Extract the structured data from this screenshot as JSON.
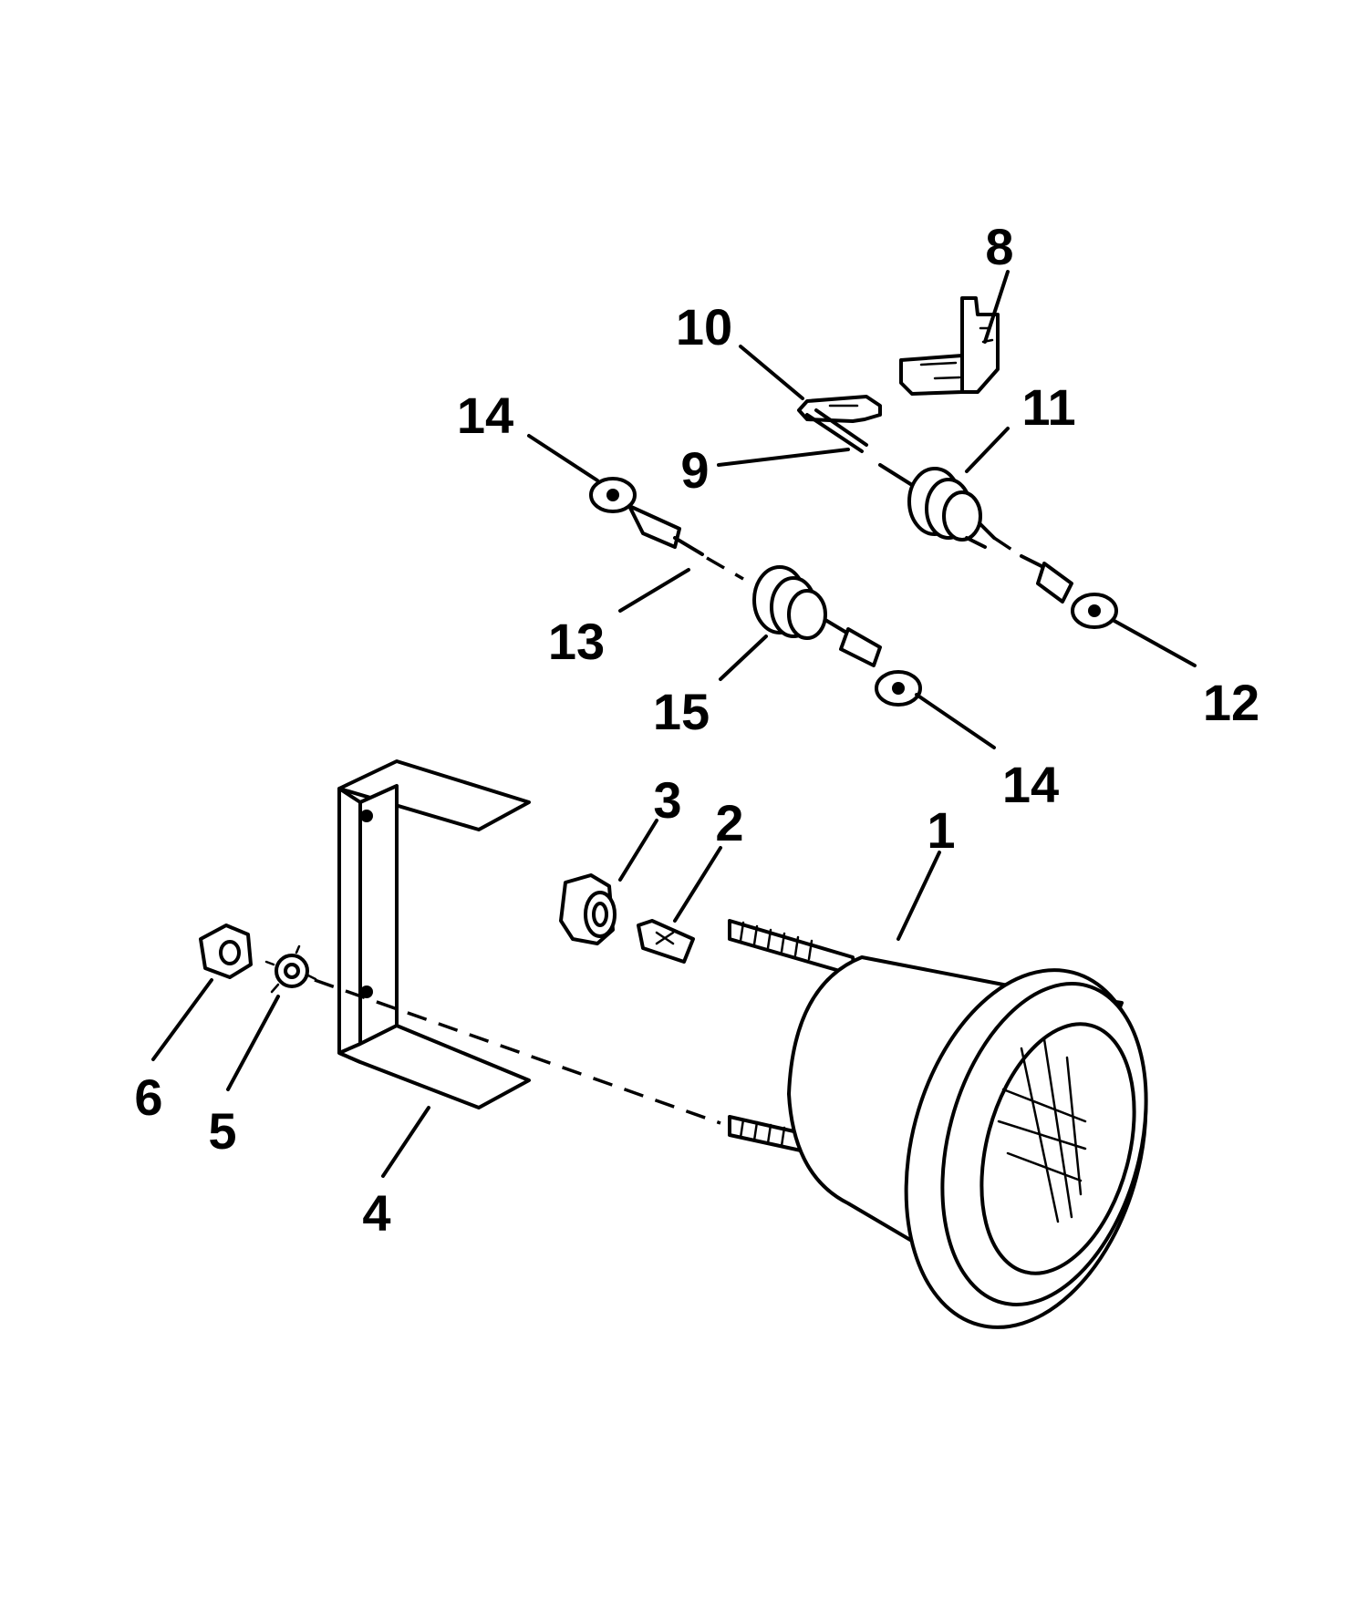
{
  "callouts": {
    "c1": "1",
    "c2": "2",
    "c3": "3",
    "c4": "4",
    "c5": "5",
    "c6": "6",
    "c8": "8",
    "c9": "9",
    "c10": "10",
    "c11": "11",
    "c12": "12",
    "c13": "13",
    "c14a": "14",
    "c14b": "14",
    "c15": "15"
  }
}
